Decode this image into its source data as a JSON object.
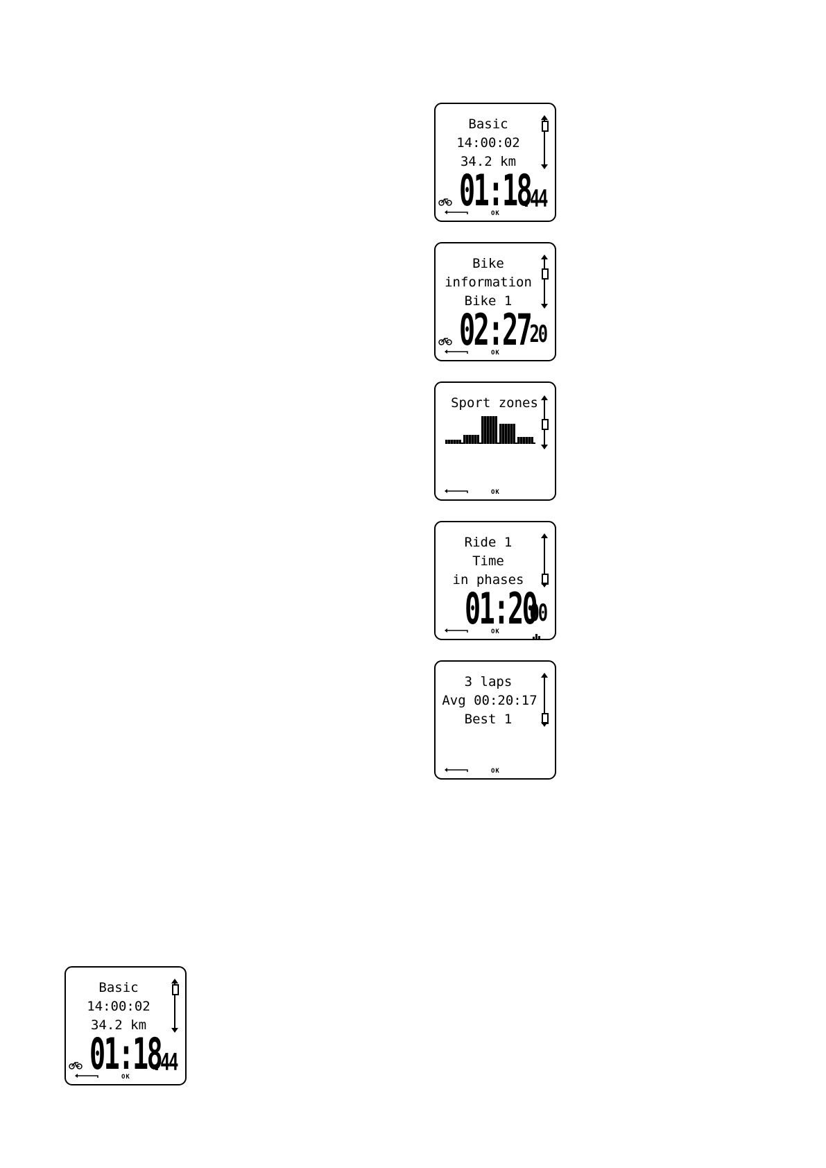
{
  "screens": [
    {
      "lines": [
        "Basic",
        "14:00:02",
        "34.2 km"
      ],
      "big_time": "01:18",
      "small_time": ".44",
      "ok_label": "OK"
    },
    {
      "lines": [
        "Bike",
        "information",
        "Bike 1"
      ],
      "big_time": "02:27",
      "small_time": "20",
      "ok_label": "OK"
    },
    {
      "lines": [
        "Sport zones"
      ],
      "zone_values": [
        0.12,
        0.28,
        0.88,
        0.64,
        0.22
      ],
      "ok_label": "OK"
    },
    {
      "lines": [
        "Ride 1",
        "Time",
        "in phases"
      ],
      "big_time": "01:20",
      "small_time": "00",
      "ok_label": "OK"
    },
    {
      "lines": [
        "3 laps",
        "Avg 00:20:17",
        "Best 1"
      ],
      "ok_label": "OK"
    },
    {
      "lines": [
        "Basic",
        "14:00:02",
        "34.2 km"
      ],
      "big_time": "01:18",
      "small_time": ".44",
      "ok_label": "OK"
    }
  ],
  "icons": {
    "back": "back-arrow-icon",
    "bike": "bike-icon",
    "scroll": "scroll-indicator-icon",
    "phases": "phases-icon"
  }
}
